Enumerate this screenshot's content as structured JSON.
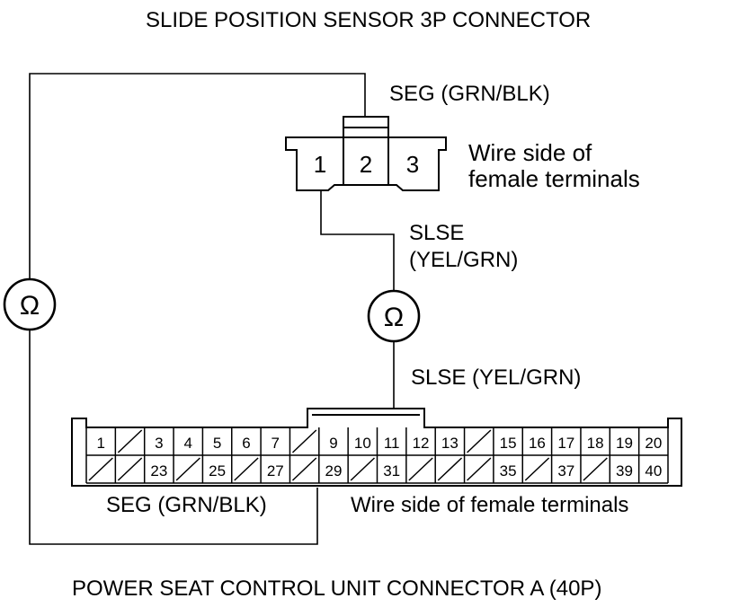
{
  "titles": {
    "top": "SLIDE POSITION SENSOR 3P CONNECTOR",
    "bottom": "POWER SEAT CONTROL UNIT CONNECTOR A (40P)"
  },
  "sensor_connector": {
    "terminals": [
      "1",
      "2",
      "3"
    ],
    "side_line1": "Wire side of",
    "side_line2": "female terminals"
  },
  "wires": {
    "seg_top": "SEG (GRN/BLK)",
    "slse_line1": "SLSE",
    "slse_line2": "(YEL/GRN)",
    "slse_lower": "SLSE (YEL/GRN)",
    "seg_bottom": "SEG (GRN/BLK)"
  },
  "meters": {
    "left_symbol": "Ω",
    "center_symbol": "Ω"
  },
  "control_unit_connector": {
    "side_label": "Wire side of female terminals",
    "top_row": [
      "1",
      "",
      "3",
      "4",
      "5",
      "6",
      "7",
      "",
      "9",
      "10",
      "11",
      "12",
      "13",
      "",
      "15",
      "16",
      "17",
      "18",
      "19",
      "20"
    ],
    "bottom_row": [
      "",
      "",
      "23",
      "",
      "25",
      "",
      "27",
      "",
      "29",
      "",
      "31",
      "",
      "",
      "",
      "35",
      "",
      "37",
      "",
      "39",
      "40"
    ]
  }
}
